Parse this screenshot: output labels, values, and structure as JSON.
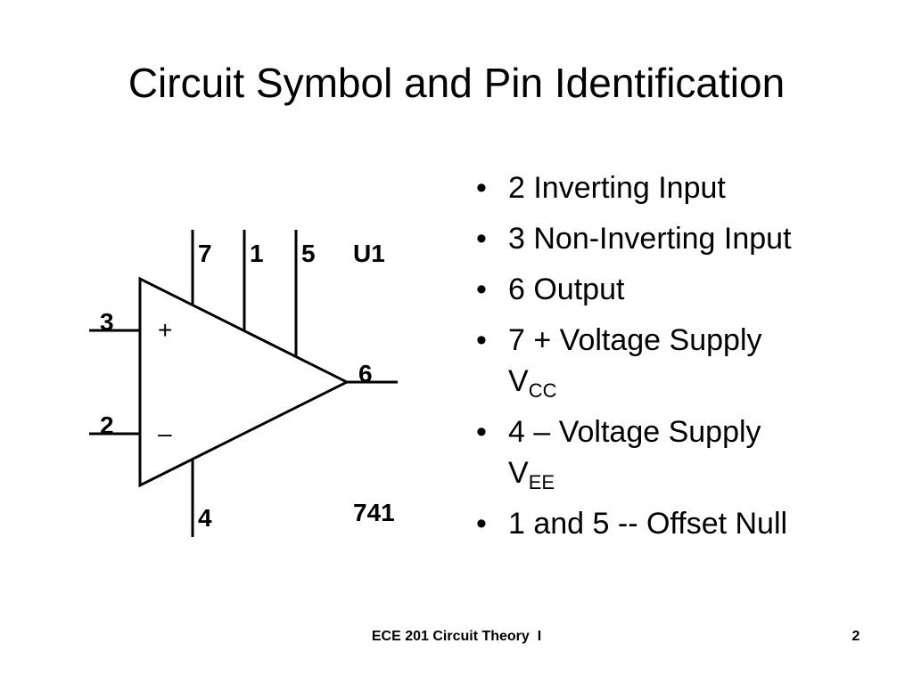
{
  "slide": {
    "title": "Circuit Symbol and Pin Identification"
  },
  "diagram": {
    "pins": {
      "pin7": "7",
      "pin1": "1",
      "pin5": "5",
      "designator": "U1",
      "pin3": "3",
      "pin2": "2",
      "pin6": "6",
      "pin4": "4",
      "part_number": "741",
      "plus_sign": "+",
      "minus_sign": "–"
    }
  },
  "bullets": [
    {
      "text": "2 Inverting Input"
    },
    {
      "text": "3 Non-Inverting Input"
    },
    {
      "text": "6 Output"
    },
    {
      "text": "7 + Voltage Supply",
      "line2_main": "V",
      "line2_sub": "CC"
    },
    {
      "text": "4 – Voltage Supply",
      "line2_main": "V",
      "line2_sub": "EE"
    },
    {
      "text": "1 and 5 -- Offset Null"
    }
  ],
  "footer": {
    "course": "ECE 201 Circuit Theory  I",
    "page_number": "2"
  }
}
